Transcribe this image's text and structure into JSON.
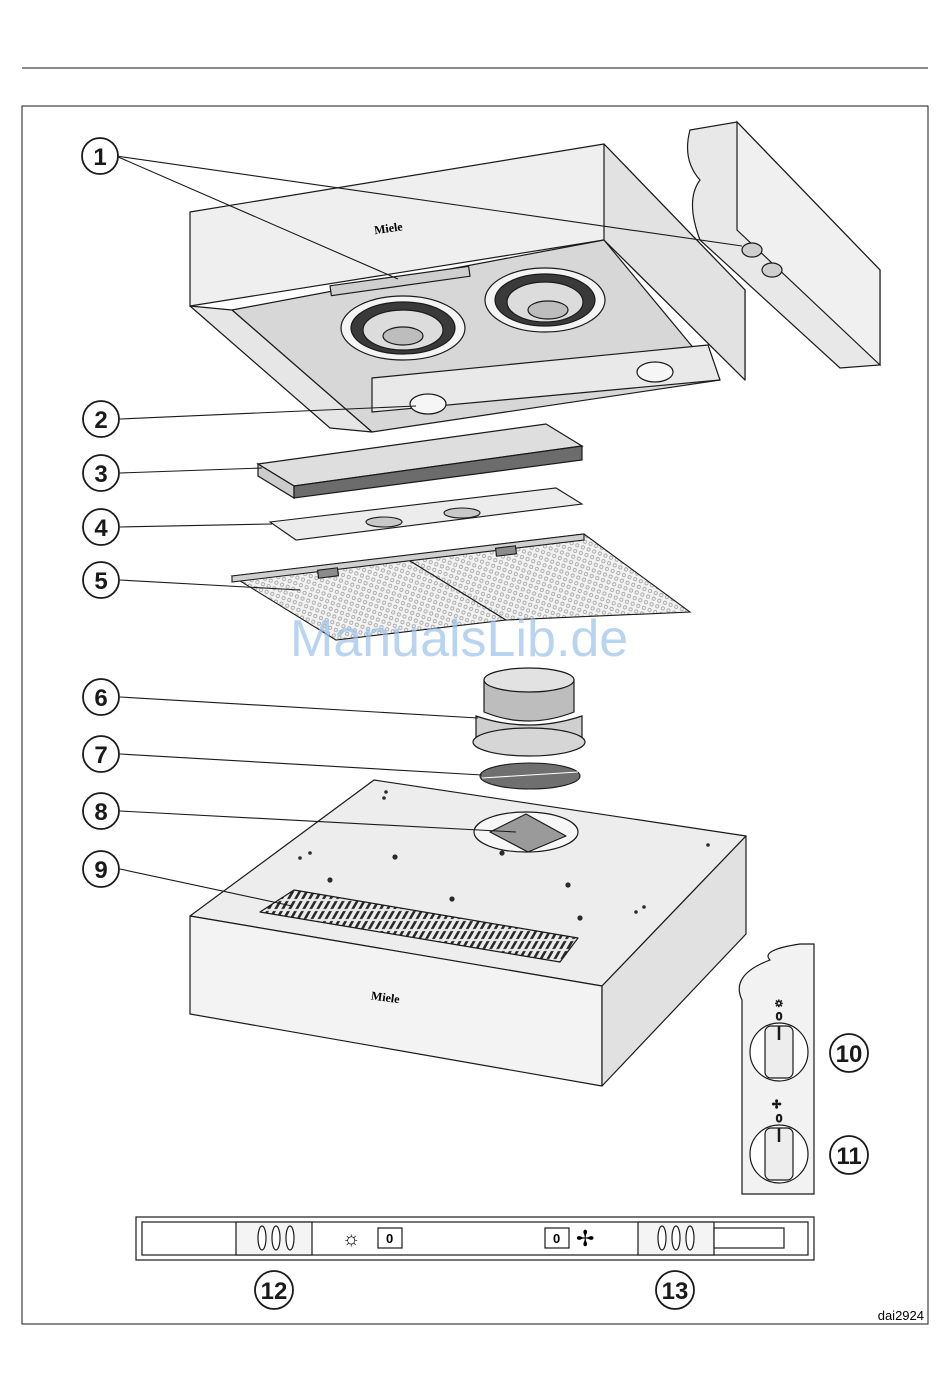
{
  "callouts": [
    {
      "id": "1",
      "label": "1"
    },
    {
      "id": "2",
      "label": "2"
    },
    {
      "id": "3",
      "label": "3"
    },
    {
      "id": "4",
      "label": "4"
    },
    {
      "id": "5",
      "label": "5"
    },
    {
      "id": "6",
      "label": "6"
    },
    {
      "id": "7",
      "label": "7"
    },
    {
      "id": "8",
      "label": "8"
    },
    {
      "id": "9",
      "label": "9"
    },
    {
      "id": "10",
      "label": "10"
    },
    {
      "id": "11",
      "label": "11"
    },
    {
      "id": "12",
      "label": "12"
    },
    {
      "id": "13",
      "label": "13"
    }
  ],
  "brand": {
    "upper_logo": "Miele",
    "lower_logo": "Miele"
  },
  "controls": {
    "light_knob_zero": "0",
    "fan_knob_zero": "0",
    "panel_light_zero": "0",
    "panel_fan_zero": "0"
  },
  "watermark": "ManualsLib.de",
  "figure_code": "dai2924",
  "colors": {
    "line": "#1a1a1a",
    "fill_light": "#ebebeb",
    "fill_mid": "#cfcfcf",
    "fill_dark": "#8a8a8a",
    "watermark": "#9cc3ea"
  }
}
